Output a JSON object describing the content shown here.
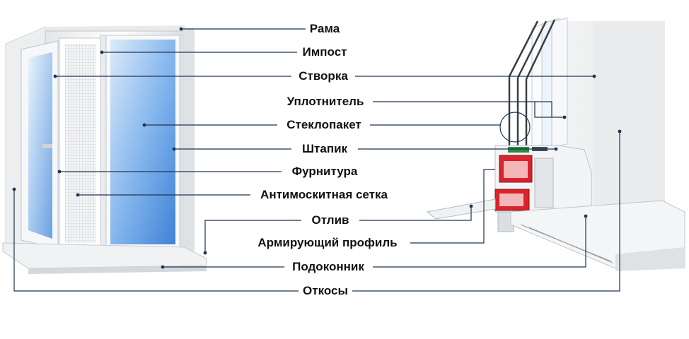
{
  "labels": {
    "frame": "Рама",
    "impost": "Импост",
    "sash": "Створка",
    "seal": "Уплотнитель",
    "glass_unit": "Стеклопакет",
    "bead": "Штапик",
    "hardware": "Фурнитура",
    "mosquito_net": "Антимоскитная сетка",
    "drip": "Отлив",
    "reinforcing_profile": "Армирующий профиль",
    "windowsill": "Подоконник",
    "slopes": "Откосы"
  },
  "colors": {
    "leader_line": "#1f3553",
    "profile_red": "#d8242c",
    "seal_green": "#2e8b3d",
    "glass_blue": "#5d9be0"
  }
}
